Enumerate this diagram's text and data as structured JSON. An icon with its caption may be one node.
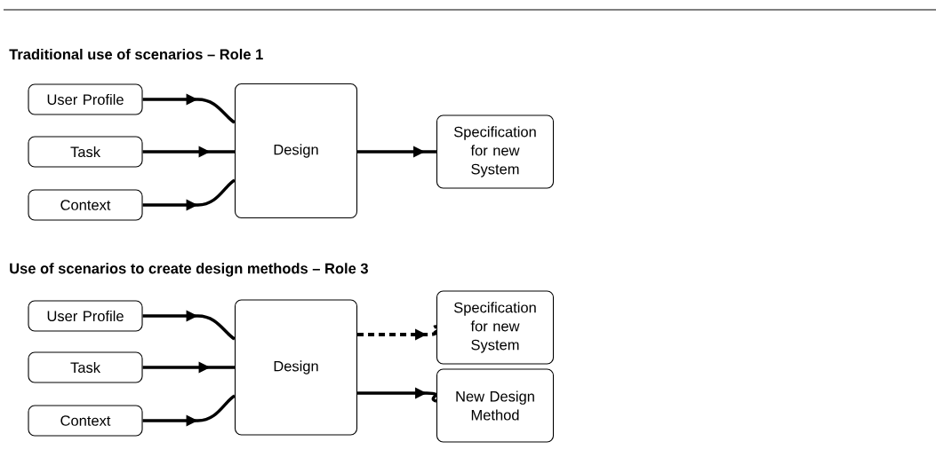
{
  "diagram": {
    "nodes": [
      {
        "text": [
          "User Profile"
        ]
      },
      {
        "text": [
          "Task"
        ]
      },
      {
        "text": [
          "Context"
        ]
      },
      {
        "text": [
          "Design"
        ]
      },
      {
        "text": [
          "Specification for new System"
        ]
      },
      {
        "text": [
          "User Profile"
        ]
      },
      {
        "text": [
          "Task"
        ]
      },
      {
        "text": [
          "Context"
        ]
      },
      {
        "text": [
          "Design"
        ]
      },
      {
        "text": [
          "Specification for new System"
        ]
      },
      {
        "text": [
          "New Design Method"
        ]
      }
    ],
    "edges": [
      {
        "from": 0,
        "to": 3,
        "arrow": "to"
      },
      {
        "from": 1,
        "to": 3,
        "arrow": "to"
      },
      {
        "from": 2,
        "to": 3,
        "arrow": "to"
      },
      {
        "from": 3,
        "to": 4,
        "arrow": "to"
      },
      {
        "from": 5,
        "to": 8,
        "arrow": "to"
      },
      {
        "from": 6,
        "to": 8,
        "arrow": "to"
      },
      {
        "from": 7,
        "to": 8,
        "arrow": "to"
      },
      {
        "from": 8,
        "to": 9,
        "arrow": "to",
        "style": "dashed"
      },
      {
        "from": 8,
        "to": 10,
        "arrow": "to"
      }
    ],
    "labels": [
      "Traditional use of scenarios – Role 1",
      "Use of scenarios to create design methods – Role 3"
    ]
  }
}
